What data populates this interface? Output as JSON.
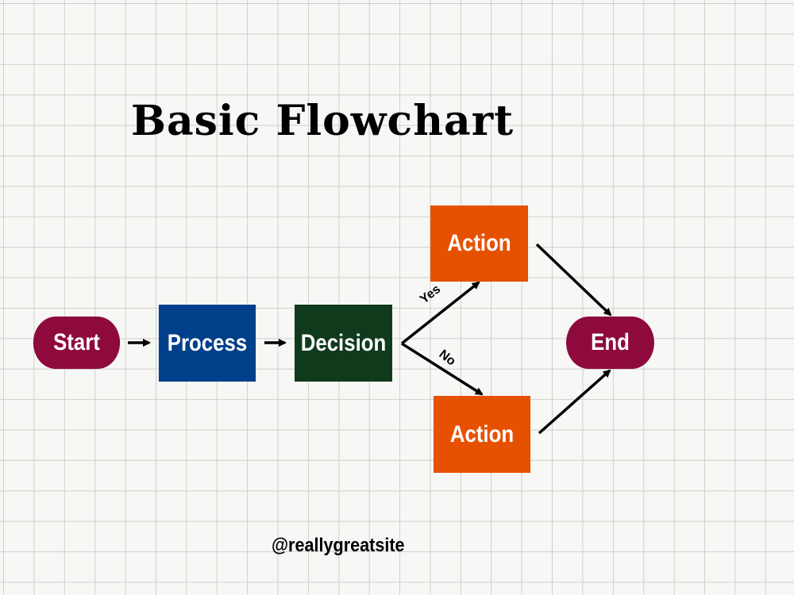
{
  "title": "Basic Flowchart",
  "nodes": {
    "start": "Start",
    "process": "Process",
    "decision": "Decision",
    "action_yes": "Action",
    "action_no": "Action",
    "end": "End"
  },
  "edges": {
    "yes_label": "Yes",
    "no_label": "No"
  },
  "footer": "@reallygreatsite",
  "colors": {
    "terminal": "#8e0a3c",
    "process": "#003f8a",
    "decision": "#103a1c",
    "action": "#e65100"
  }
}
